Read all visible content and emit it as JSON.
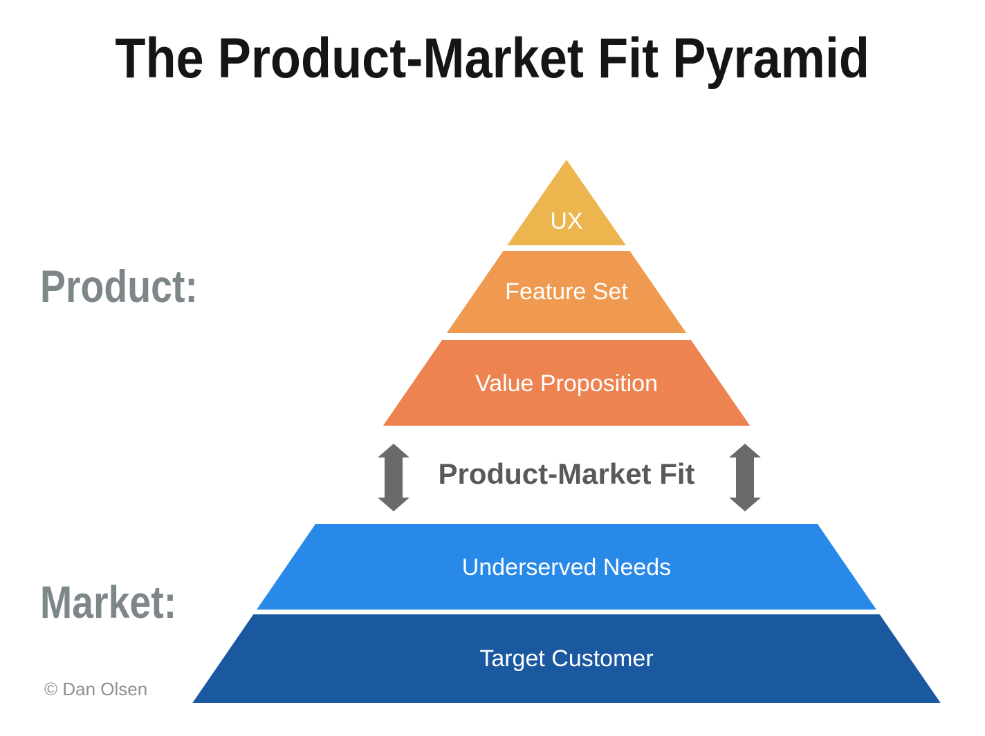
{
  "title": "The Product-Market Fit Pyramid",
  "side_labels": {
    "product": "Product:",
    "market": "Market:"
  },
  "fit_label": "Product-Market Fit",
  "copyright": "© Dan Olsen",
  "pyramid": {
    "product_layers": [
      {
        "label": "UX",
        "color": "#EDB54D"
      },
      {
        "label": "Feature Set",
        "color": "#EF9A50"
      },
      {
        "label": "Value Proposition",
        "color": "#ED8350"
      }
    ],
    "market_layers": [
      {
        "label": "Underserved Needs",
        "color": "#2889E8"
      },
      {
        "label": "Target Customer",
        "color": "#1A58A0"
      }
    ]
  },
  "colors": {
    "background": "#FFFFFF",
    "title_text": "#151515",
    "side_label_text": "#7D8789",
    "fit_label_text": "#595959",
    "arrow": "#6A6A6A",
    "layer_label_text": "#FFFFFF",
    "copyright_text": "#8E9090"
  }
}
